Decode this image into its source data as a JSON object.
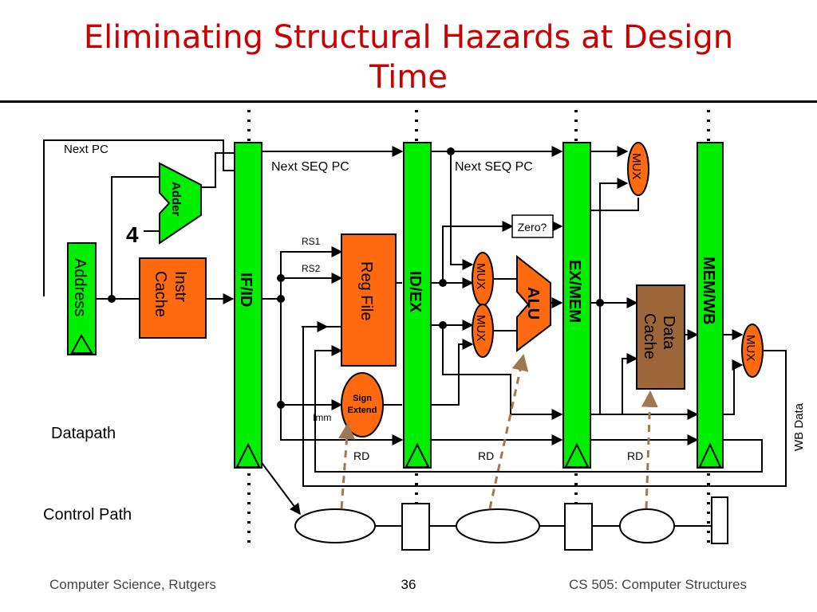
{
  "slide": {
    "title_line1": "Eliminating Structural Hazards at Design",
    "title_line2": "Time"
  },
  "diagram": {
    "next_pc": "Next PC",
    "next_seq_pc_1": "Next SEQ PC",
    "next_seq_pc_2": "Next SEQ PC",
    "adder": "Adder",
    "four": "4",
    "address": "Address",
    "instr_cache_line1": "Instr",
    "instr_cache_line2": "Cache",
    "if_id": "IF/ID",
    "rs1": "RS1",
    "rs2": "RS2",
    "reg_file": "Reg File",
    "imm": "Imm",
    "sign_extend_line1": "Sign",
    "sign_extend_line2": "Extend",
    "id_ex": "ID/EX",
    "zero": "Zero?",
    "mux": "MUX",
    "alu": "ALU",
    "ex_mem": "EX/MEM",
    "data_cache_line1": "Data",
    "data_cache_line2": "Cache",
    "mem_wb": "MEM/WB",
    "wb_data": "WB Data",
    "rd": "RD",
    "datapath": "Datapath",
    "control_path": "Control Path"
  },
  "footer": {
    "left": "Computer Science, Rutgers",
    "page": "36",
    "right": "CS 505: Computer Structures"
  },
  "colors": {
    "title": "#cc0000",
    "pipeline_register": "#00ee00",
    "logic_block": "#ff6a10",
    "data_cache": "#9c6638",
    "control_arrow": "#a07850"
  }
}
